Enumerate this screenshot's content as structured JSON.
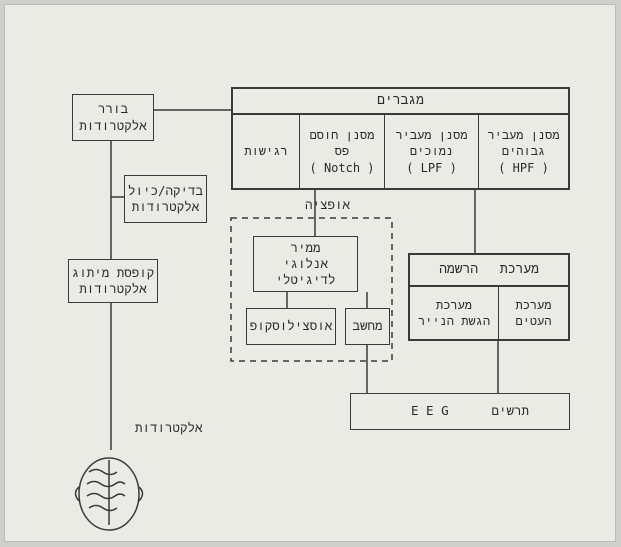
{
  "nodes": {
    "selector": "בורר\nאלקטרודות",
    "check": "בדיקה/כיול\nאלקטרודות",
    "junction": "קופסת מיתוג\nאלקטרודות",
    "amplifiers": {
      "title": "מגברים",
      "high_pass": "מסנן מעביר\nגבוהים\n( HPF )",
      "low_pass": "מסנן מעביר\nנמוכים\n( LPF )",
      "notch": "מסנן חוסם\nפס\n( Notch )",
      "sensitivity": "רגישות"
    },
    "adc": "ממיר\nאנלוגי לדיגיטלי",
    "oscilloscope": "אוסצילוסקופ",
    "computer": "מחשב",
    "recording": {
      "title": "מערכת הרשמה",
      "feed": "מערכת\nהעטים",
      "pen": "מערכת\nהגשת הנייר"
    },
    "eeg": {
      "label": "תרשים",
      "value": "E E G"
    }
  },
  "labels": {
    "optional": "אופציה",
    "electrodes": "אלקטרודות"
  }
}
